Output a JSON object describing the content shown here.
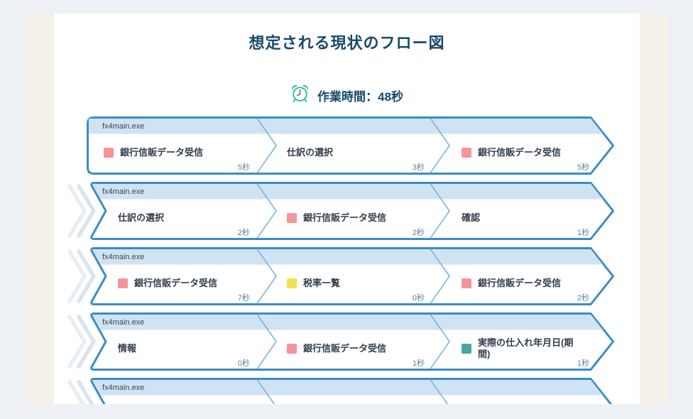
{
  "page": {
    "title": "想定される現状のフロー図",
    "worktime_label": "作業時間：48秒"
  },
  "colors": {
    "row_border": "#3a8cc8",
    "header_band": "#d0e3f2",
    "divider": "#6fafe0",
    "title_text": "#174a6b",
    "time_text": "#5f7f96",
    "pink_marker": "#f7939b",
    "yellow_marker": "#f2e155",
    "teal_marker": "#4da5a4",
    "clock_icon": "#2fbf9f",
    "page_bg": "#edf1f5",
    "frame_bg": "#f5f1ea"
  },
  "icons": {
    "clock": "alarm-clock-icon",
    "row_continuation": "double-chevron-right-icon"
  },
  "flow": {
    "rows": [
      {
        "app": "fx4main.exe",
        "steps": [
          {
            "label": "銀行信販データ受信",
            "time": "5秒",
            "marker_style": "display:inline-block;background:#f7939b"
          },
          {
            "label": "仕訳の選択",
            "time": "3秒"
          },
          {
            "label": "銀行信販データ受信",
            "time": "5秒",
            "marker_style": "display:inline-block;background:#f7939b"
          }
        ]
      },
      {
        "app": "fx4main.exe",
        "steps": [
          {
            "label": "仕訳の選択",
            "time": "2秒"
          },
          {
            "label": "銀行信販データ受信",
            "time": "2秒",
            "marker_style": "display:inline-block;background:#f7939b"
          },
          {
            "label": "確認",
            "time": "1秒"
          }
        ]
      },
      {
        "app": "fx4main.exe",
        "steps": [
          {
            "label": "銀行信販データ受信",
            "time": "7秒",
            "marker_style": "display:inline-block;background:#f7939b"
          },
          {
            "label": "税率一覧",
            "time": "0秒",
            "marker_style": "display:inline-block;background:#f2e155"
          },
          {
            "label": "銀行信販データ受信",
            "time": "2秒",
            "marker_style": "display:inline-block;background:#f7939b"
          }
        ]
      },
      {
        "app": "fx4main.exe",
        "steps": [
          {
            "label": "情報",
            "time": "0秒"
          },
          {
            "label": "銀行信販データ受信",
            "time": "1秒",
            "marker_style": "display:inline-block;background:#f7939b"
          },
          {
            "label": "実際の仕入れ年月日(期間)",
            "time": "1秒",
            "marker_style": "display:inline-block;background:#4da5a4"
          }
        ]
      },
      {
        "app": "fx4main.exe",
        "steps": [
          {
            "label": "",
            "time": ""
          },
          {
            "label": "",
            "time": ""
          },
          {
            "label": "",
            "time": ""
          }
        ]
      }
    ]
  }
}
